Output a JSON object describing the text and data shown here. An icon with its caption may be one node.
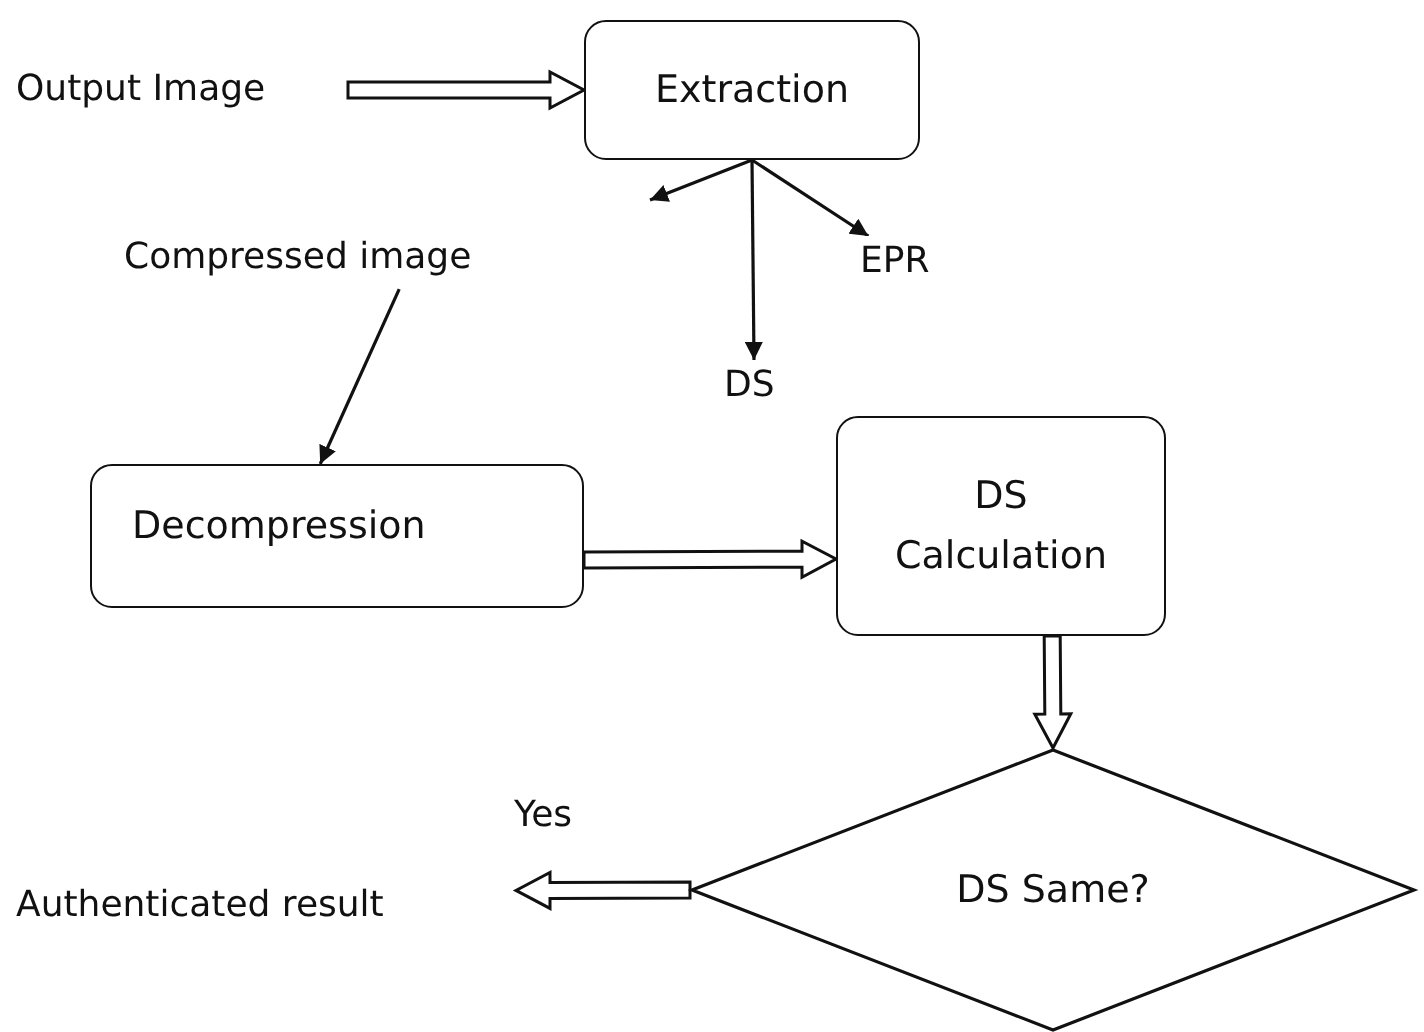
{
  "diagram": {
    "nodes": [
      {
        "text": [
          "Output Image"
        ]
      },
      {
        "text": [
          "Extraction"
        ]
      },
      {
        "text": [
          "Compressed image"
        ]
      },
      {
        "text": [
          "DS"
        ]
      },
      {
        "text": [
          "EPR"
        ]
      },
      {
        "text": [
          "Decompression"
        ]
      },
      {
        "text": [
          "DS Calculation"
        ]
      },
      {
        "text": [
          "DS Same?"
        ]
      },
      {
        "text": [
          "Authenticated result"
        ]
      }
    ],
    "edges": [
      {
        "from": 0,
        "to": 1,
        "arrow": "to",
        "style": "thick"
      },
      {
        "from": 1,
        "to": null,
        "arrow": "to"
      },
      {
        "from": 1,
        "to": 3,
        "arrow": "to"
      },
      {
        "from": 1,
        "to": 4,
        "arrow": "to"
      },
      {
        "from": 2,
        "to": 5,
        "arrow": "to"
      },
      {
        "from": 5,
        "to": 6,
        "arrow": "to",
        "style": "thick"
      },
      {
        "from": 6,
        "to": 7,
        "arrow": "to",
        "style": "thick"
      },
      {
        "from": 7,
        "to": 8,
        "arrow": "to",
        "style": "thick",
        "label": "Yes"
      }
    ]
  }
}
